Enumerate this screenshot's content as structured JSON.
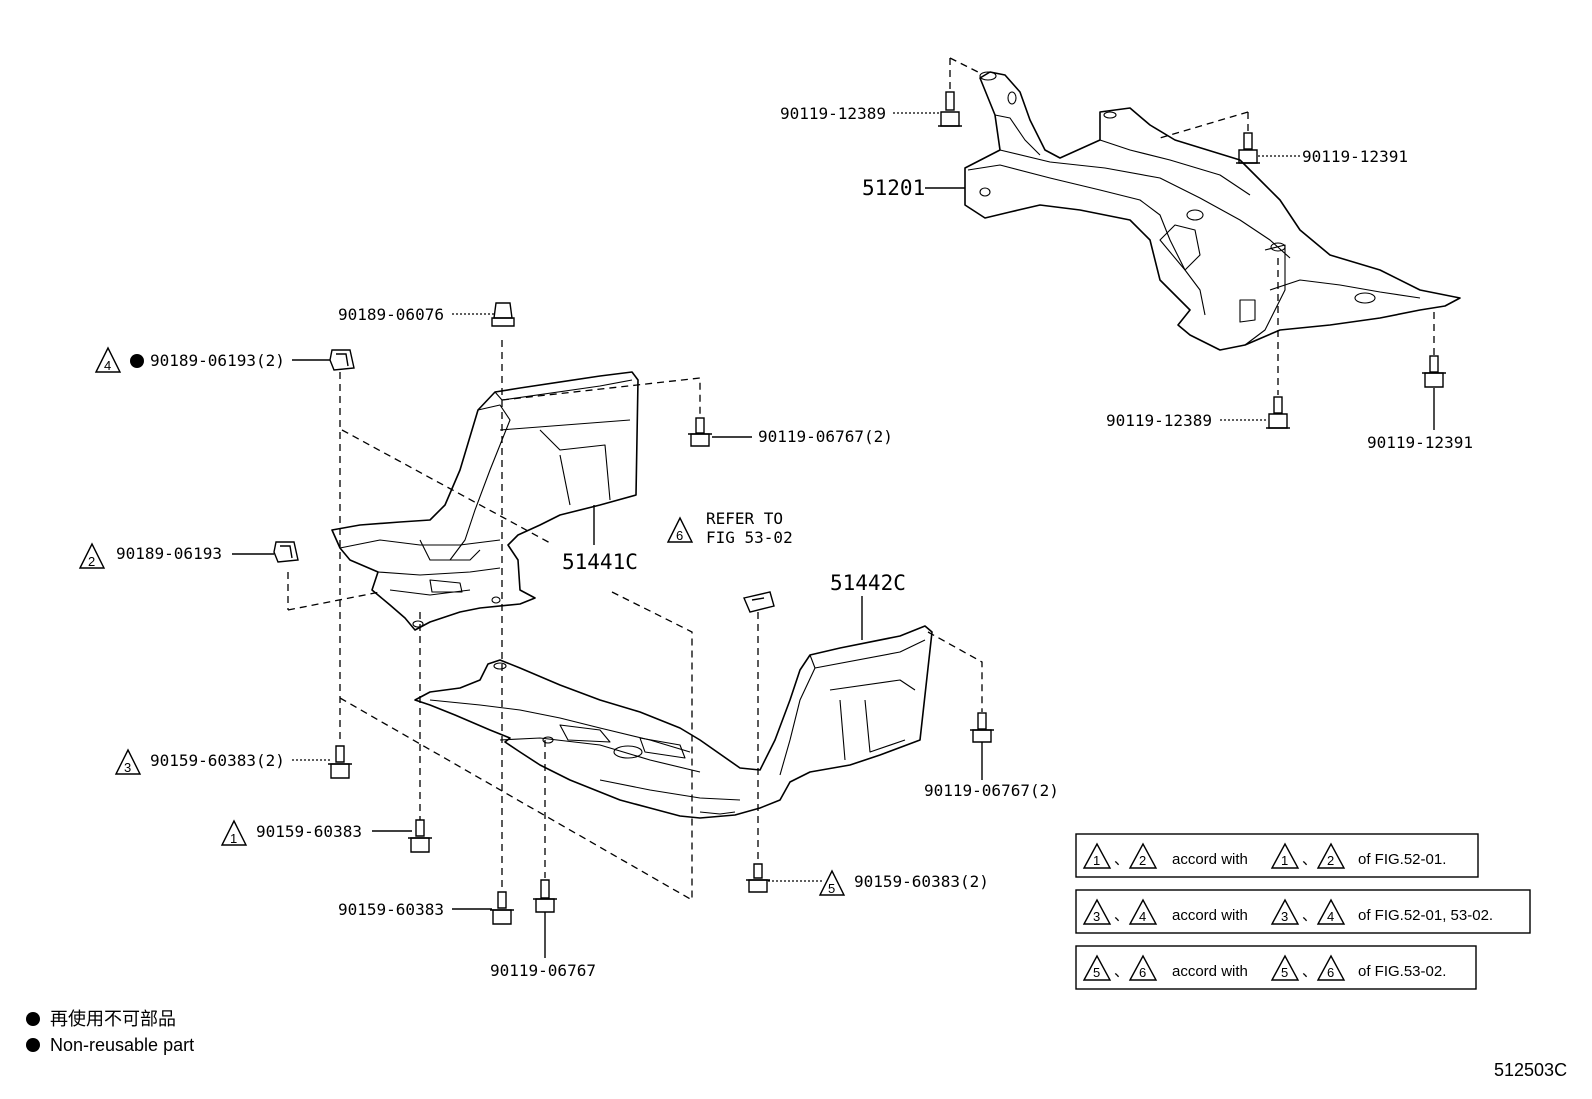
{
  "parts": {
    "p51201": "51201",
    "p51441c": "51441C",
    "p51442c": "51442C",
    "top_left_bolt": "90119-12389",
    "top_right_bolt": "90119-12391",
    "bottom_left_bolt": "90119-12389",
    "bottom_right_bolt": "90119-12391",
    "clip_top": "90189-06076",
    "clip_4": "90189-06193(2)",
    "clip_2": "90189-06193",
    "bolt_06767_upper": "90119-06767(2)",
    "bolt_06767_right": "90119-06767(2)",
    "screw_3": "90159-60383(2)",
    "screw_1": "90159-60383",
    "screw_bottom": "90159-60383",
    "bolt_06767_bottom": "90119-06767",
    "screw_5": "90159-60383(2)",
    "refer_line1": "REFER TO",
    "refer_line2": "FIG 53-02"
  },
  "markers": {
    "m1": "1",
    "m2": "2",
    "m3": "3",
    "m4": "4",
    "m5": "5",
    "m6": "6"
  },
  "notes": [
    {
      "a": "1",
      "b": "2",
      "sep": "、",
      "text": "accord with",
      "c": "1",
      "d": "2",
      "ref": "of FIG.52-01."
    },
    {
      "a": "3",
      "b": "4",
      "sep": "、",
      "text": "accord with",
      "c": "3",
      "d": "4",
      "ref": "of FIG.52-01, 53-02."
    },
    {
      "a": "5",
      "b": "6",
      "sep": "、",
      "text": "accord with",
      "c": "5",
      "d": "6",
      "ref": "of FIG.53-02."
    }
  ],
  "legend": {
    "symbol": "●",
    "line1": "再使用不可部品",
    "line2": "Non-reusable part"
  },
  "figure_id": "512503C"
}
